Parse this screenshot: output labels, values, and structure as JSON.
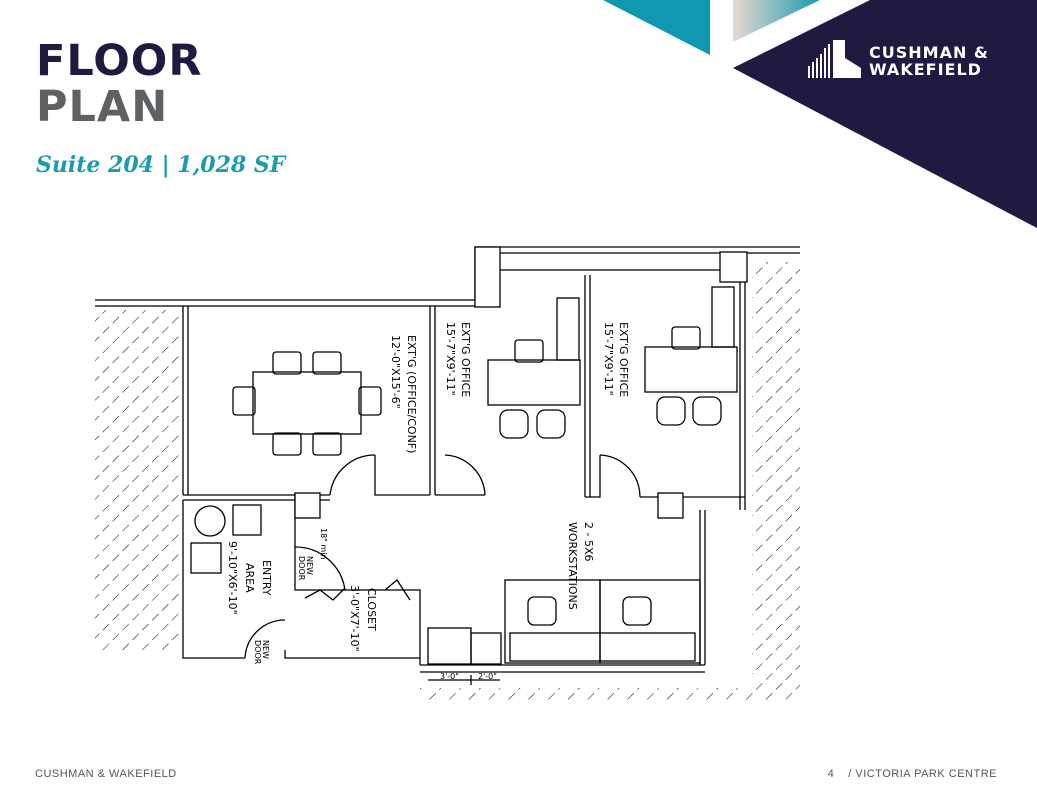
{
  "header": {
    "title_line1": "FLOOR",
    "title_line2": "PLAN",
    "subtitle": "Suite 204 | 1,028 SF",
    "logo_line1": "CUSHMAN &",
    "logo_line2": "WAKEFIELD"
  },
  "colors": {
    "navy": "#1e1a40",
    "teal": "#0f98b0",
    "gray": "#5e6164"
  },
  "plan": {
    "conf_name": "EXT'G (OFFICE/CONF)",
    "conf_size": "12'-0\"X15'-6\"",
    "office1_name": "EXT'G OFFICE",
    "office1_size": "15'-7\"X9'-11\"",
    "office2_name": "EXT'G OFFICE",
    "office2_size": "15'-7\"X9'-11\"",
    "ws_count": "2 - 5X6",
    "ws_name": "WORKSTATIONS",
    "entry_name1": "ENTRY",
    "entry_name2": "AREA",
    "entry_size": "9'-10\"X6'-10\"",
    "closet_name": "CLOSET",
    "closet_size": "3'-0\"X7'-10\"",
    "new_door_a1": "NEW",
    "new_door_a2": "DOOR",
    "new_door_b1": "NEW",
    "new_door_b2": "DOOR",
    "min_clear": "18\" min",
    "dim1": "3'-0\"",
    "dim2": "2'-0\""
  },
  "footer": {
    "left": "CUSHMAN & WAKEFIELD",
    "page": "4",
    "right": "/ VICTORIA PARK CENTRE"
  }
}
